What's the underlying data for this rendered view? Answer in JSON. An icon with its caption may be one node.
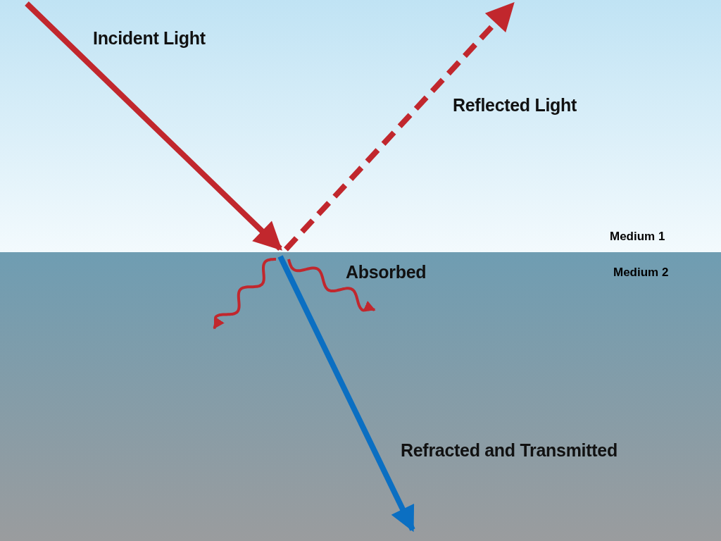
{
  "diagram": {
    "nodes": [
      {
        "text": [
          "Medium 1"
        ]
      },
      {
        "text": [
          "Medium 2"
        ]
      }
    ],
    "labels": [
      "Incident Light",
      "Reflected Light",
      "Absorbed",
      "Refracted and Transmitted"
    ]
  }
}
